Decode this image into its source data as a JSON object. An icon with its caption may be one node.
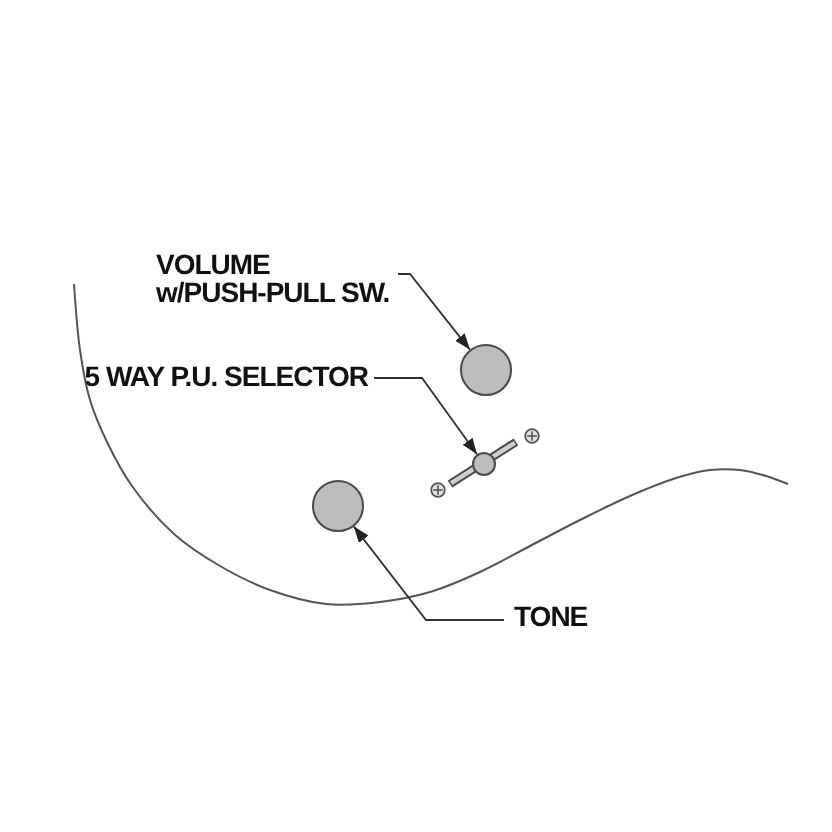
{
  "diagram": {
    "nodes": [
      {
        "text": [
          "VOLUME w/PUSH-PULL SW."
        ]
      },
      {
        "text": [],
        "shape": "circle"
      },
      {
        "text": [
          "5 WAY P.U. SELECTOR"
        ]
      },
      {
        "text": [],
        "shape": "circle"
      },
      {
        "text": [],
        "shape": "circle"
      },
      {
        "text": [
          "TONE"
        ]
      }
    ],
    "edges": [
      {
        "from": 0,
        "to": 1,
        "arrow": "to"
      },
      {
        "from": 2,
        "to": 3,
        "arrow": "to"
      },
      {
        "from": 5,
        "to": 4,
        "arrow": "to"
      }
    ]
  }
}
